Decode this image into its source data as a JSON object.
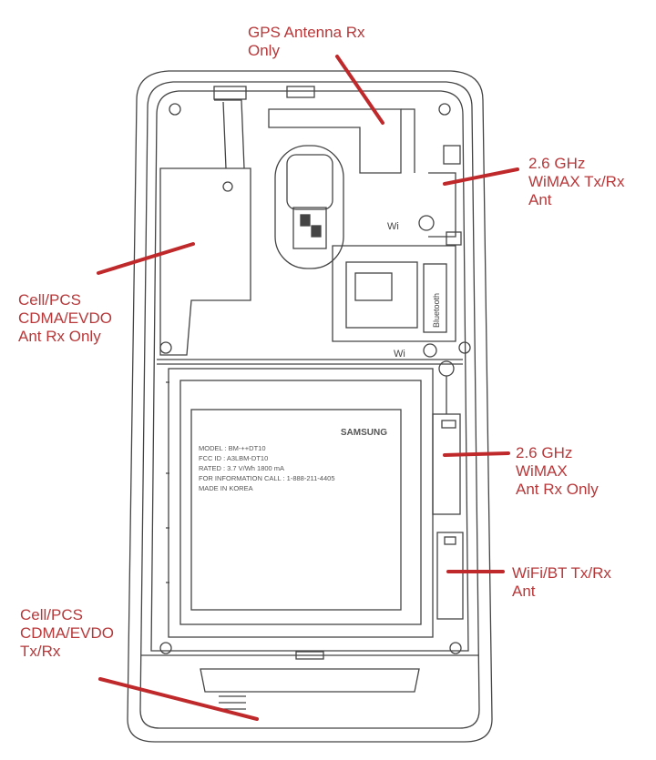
{
  "diagram": {
    "colors": {
      "callout": "#b8383a",
      "drawing": "#444444",
      "background": "#ffffff"
    },
    "battery_label": {
      "brand": "SAMSUNG",
      "lines": [
        "MODEL : BM-++DT10",
        "FCC ID : A3LBM-DT10",
        "RATED : 3.7 V/Wh 1800 mA",
        "FOR INFORMATION CALL : 1-888-211-4405",
        "MADE IN KOREA"
      ]
    },
    "marks": {
      "wi_upper": "Wi",
      "wi_lower": "Wi",
      "side_tag": "Bluetooth"
    },
    "callouts": [
      {
        "id": "gps",
        "lines": [
          "GPS Antenna Rx",
          "Only"
        ]
      },
      {
        "id": "wimax-tx",
        "lines": [
          "2.6 GHz",
          "WiMAX Tx/Rx",
          "Ant"
        ]
      },
      {
        "id": "cell-rx",
        "lines": [
          "Cell/PCS",
          "CDMA/EVDO",
          "Ant Rx Only"
        ]
      },
      {
        "id": "wimax-rx",
        "lines": [
          "2.6 GHz",
          "WiMAX",
          "Ant Rx Only"
        ]
      },
      {
        "id": "wifi",
        "lines": [
          "WiFi/BT Tx/Rx",
          "Ant"
        ]
      },
      {
        "id": "cell-tx",
        "lines": [
          "Cell/PCS",
          "CDMA/EVDO",
          "Tx/Rx"
        ]
      }
    ]
  }
}
